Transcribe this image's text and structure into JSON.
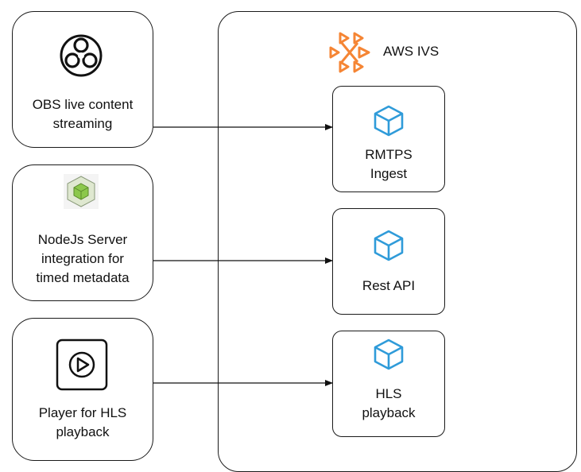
{
  "group": {
    "title": "AWS IVS",
    "icon": "aws-ivs-icon"
  },
  "sources": [
    {
      "lines": [
        "OBS live content",
        "streaming"
      ],
      "icon": "obs-icon"
    },
    {
      "lines": [
        "NodeJs Server",
        "integration for",
        "timed metadata"
      ],
      "icon": "nodejs-icon"
    },
    {
      "lines": [
        "Player for HLS",
        "playback"
      ],
      "icon": "play-icon"
    }
  ],
  "services": [
    {
      "lines": [
        "RMTPS",
        "Ingest"
      ],
      "icon": "cube-icon"
    },
    {
      "lines": [
        "Rest API"
      ],
      "icon": "cube-icon"
    },
    {
      "lines": [
        "HLS",
        "playback"
      ],
      "icon": "cube-icon"
    }
  ],
  "colors": {
    "service_icon": "#2f9bd9",
    "ivs_orange": "#f58534",
    "nodejs_green": "#8cc84b",
    "border": "#1a1a1a"
  }
}
